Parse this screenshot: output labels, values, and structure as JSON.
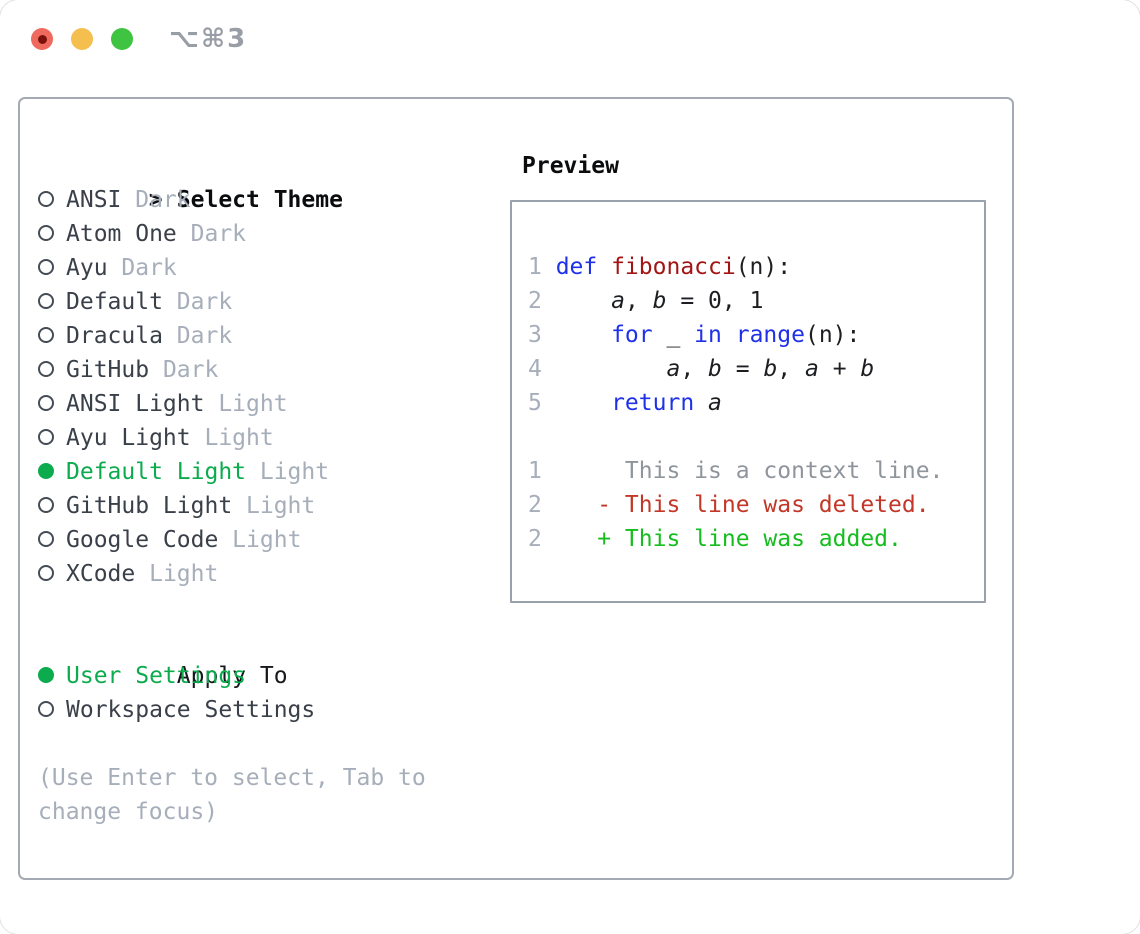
{
  "window": {
    "title": "⌥⌘3",
    "traffic_lights": [
      "close",
      "minimize",
      "zoom"
    ]
  },
  "colors": {
    "accent_green": "#0cab4e",
    "added_green": "#16bd1f",
    "deleted_red": "#c23728",
    "keyword_blue": "#1f31e8",
    "function_red": "#a31515",
    "text_dark": "#3a4049",
    "muted_gray": "#a6aeba",
    "context_gray": "#8f959c",
    "traffic_red": "#ee6a5e",
    "traffic_yellow": "#f5bf4f",
    "traffic_green": "#3ec441"
  },
  "theme_select": {
    "header_prefix": ">",
    "header": "Select Theme",
    "items": [
      {
        "label": "ANSI",
        "variant": "Dark",
        "selected": false
      },
      {
        "label": "Atom One",
        "variant": "Dark",
        "selected": false
      },
      {
        "label": "Ayu",
        "variant": "Dark",
        "selected": false
      },
      {
        "label": "Default",
        "variant": "Dark",
        "selected": false
      },
      {
        "label": "Dracula",
        "variant": "Dark",
        "selected": false
      },
      {
        "label": "GitHub",
        "variant": "Dark",
        "selected": false
      },
      {
        "label": "ANSI Light",
        "variant": "Light",
        "selected": false
      },
      {
        "label": "Ayu Light",
        "variant": "Light",
        "selected": false
      },
      {
        "label": "Default Light",
        "variant": "Light",
        "selected": true
      },
      {
        "label": "GitHub Light",
        "variant": "Light",
        "selected": false
      },
      {
        "label": "Google Code",
        "variant": "Light",
        "selected": false
      },
      {
        "label": "XCode",
        "variant": "Light",
        "selected": false
      }
    ]
  },
  "apply_to": {
    "header": "Apply To",
    "options": [
      {
        "label": "User Settings",
        "selected": true
      },
      {
        "label": "Workspace Settings",
        "selected": false
      }
    ]
  },
  "hint_lines": [
    "(Use Enter to select, Tab to",
    "change focus)"
  ],
  "preview": {
    "header": "Preview",
    "code_lines": [
      {
        "num": "1",
        "tokens": [
          {
            "t": "def ",
            "c": "kw"
          },
          {
            "t": "fibonacci",
            "c": "fn"
          },
          {
            "t": "(n):",
            "c": "plain"
          }
        ]
      },
      {
        "num": "2",
        "tokens": [
          {
            "t": "    ",
            "c": "plain"
          },
          {
            "t": "a",
            "c": "var"
          },
          {
            "t": ", ",
            "c": "plain"
          },
          {
            "t": "b",
            "c": "var"
          },
          {
            "t": " = 0, 1",
            "c": "plain"
          }
        ]
      },
      {
        "num": "3",
        "tokens": [
          {
            "t": "    ",
            "c": "plain"
          },
          {
            "t": "for",
            "c": "kw"
          },
          {
            "t": " _ ",
            "c": "plain"
          },
          {
            "t": "in",
            "c": "kw"
          },
          {
            "t": " ",
            "c": "plain"
          },
          {
            "t": "range",
            "c": "kw"
          },
          {
            "t": "(n):",
            "c": "plain"
          }
        ]
      },
      {
        "num": "4",
        "tokens": [
          {
            "t": "        ",
            "c": "plain"
          },
          {
            "t": "a",
            "c": "var"
          },
          {
            "t": ", ",
            "c": "plain"
          },
          {
            "t": "b",
            "c": "var"
          },
          {
            "t": " = ",
            "c": "plain"
          },
          {
            "t": "b",
            "c": "var"
          },
          {
            "t": ", ",
            "c": "plain"
          },
          {
            "t": "a",
            "c": "var"
          },
          {
            "t": " + ",
            "c": "plain"
          },
          {
            "t": "b",
            "c": "var"
          }
        ]
      },
      {
        "num": "5",
        "tokens": [
          {
            "t": "    ",
            "c": "plain"
          },
          {
            "t": "return",
            "c": "kw"
          },
          {
            "t": " ",
            "c": "plain"
          },
          {
            "t": "a",
            "c": "var"
          }
        ]
      },
      {
        "num": "",
        "tokens": []
      },
      {
        "num": "1",
        "tokens": [
          {
            "t": "     This is a context line.",
            "c": "ctx"
          }
        ]
      },
      {
        "num": "2",
        "tokens": [
          {
            "t": "   - This line was deleted.",
            "c": "del"
          }
        ]
      },
      {
        "num": "2",
        "tokens": [
          {
            "t": "   + This line was added.",
            "c": "add"
          }
        ]
      }
    ]
  }
}
